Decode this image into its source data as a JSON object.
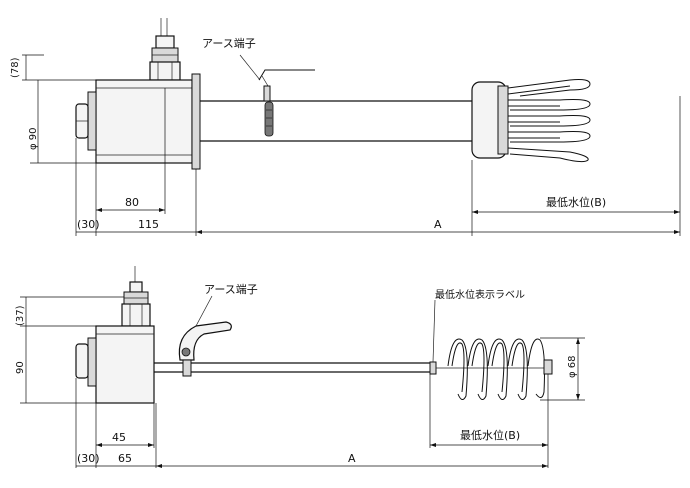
{
  "top_view": {
    "earth_terminal_label": "アース端子",
    "dim_78": "(78)",
    "dim_phi90": "φ 90",
    "dim_80": "80",
    "dim_30": "(30)",
    "dim_115": "115",
    "dim_A": "A",
    "min_water_level_label": "最低水位(B)"
  },
  "bottom_view": {
    "earth_terminal_label": "アース端子",
    "min_water_level_indicator_label": "最低水位表示ラベル",
    "dim_37": "(37)",
    "dim_90": "90",
    "dim_45": "45",
    "dim_30": "(30)",
    "dim_65": "65",
    "dim_A": "A",
    "dim_phi68": "φ 68",
    "min_water_level_label": "最低水位(B)"
  }
}
